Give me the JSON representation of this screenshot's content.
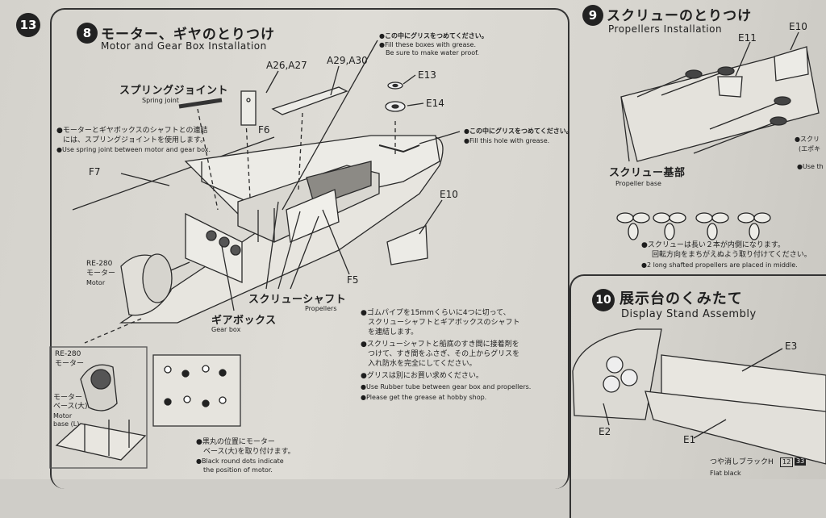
{
  "page_number": "13",
  "step8": {
    "number": "8",
    "title_jp": "モーター、ギヤのとりつけ",
    "title_en": "Motor and Gear Box Installation",
    "grease_note_jp": "●この中にグリスをつめてください。",
    "grease_note_en1": "●Fill these boxes with grease.",
    "grease_note_en2": "Be sure to make water proof.",
    "hole_note_jp": "●この中にグリスをつめてください。",
    "hole_note_en": "●Fill this hole with grease.",
    "spring_label_jp": "スプリングジョイント",
    "spring_label_en": "Spring joint",
    "spring_note_jp1": "●モーターとギヤボックスのシャフトとの連結",
    "spring_note_jp2": "には、スプリングジョイントを使用します。",
    "spring_note_en": "●Use spring joint between motor and gear box.",
    "parts": {
      "a26": "A26,A27",
      "a29": "A29,A30",
      "e13": "E13",
      "e14": "E14",
      "f6": "F6",
      "f7": "F7",
      "e10": "E10",
      "f5": "F5"
    },
    "motor_label": "RE-280",
    "motor_jp": "モーター",
    "motor_en": "Motor",
    "shaft_jp": "スクリューシャフト",
    "shaft_en": "Propellers",
    "gearbox_jp": "ギアボックス",
    "gearbox_en": "Gear box",
    "tube_note_jp1": "●ゴムパイプを15mmくらいに4つに切って、",
    "tube_note_jp2": "スクリューシャフトとギアボックスのシャフト",
    "tube_note_jp3": "を連結します。",
    "gap_note_jp1": "●スクリューシャフトと船底のすき間に接着剤を",
    "gap_note_jp2": "つけて、すき間をふさぎ、その上からグリスを",
    "gap_note_jp3": "入れ防水を完全にしてください。",
    "buy_note_jp": "●グリスは別にお買い求めください。",
    "tube_note_en": "●Use Rubber tube between gear box and propellers.",
    "buy_note_en": "●Please get the grease at hobby shop.",
    "inset_motor_label": "RE-280",
    "inset_motor_jp": "モーター",
    "base_jp": "モーター",
    "base_jp2": "ベース(大)",
    "base_en": "Motor",
    "base_en2": "base (L)",
    "dots_note_jp1": "●黒丸の位置にモーター",
    "dots_note_jp2": "ベース(大)を取り付けます。",
    "dots_note_en1": "●Black round dots indicate",
    "dots_note_en2": "the position of motor."
  },
  "step9": {
    "number": "9",
    "title_jp": "スクリューのとりつけ",
    "title_en": "Propellers Installation",
    "e11": "E11",
    "e10": "E10",
    "base_jp": "スクリュー基部",
    "base_en": "Propeller base",
    "note_jp1": "●スクリューは長い２本が内側になります。",
    "note_jp2": "回転方向をまちがえぬよう取り付けてください。",
    "note_en": "●2 long shafted propellers are placed in middle.",
    "side_jp": "●スクリ",
    "side_jp2": "(エポキ",
    "side_en": "●Use th"
  },
  "step10": {
    "number": "10",
    "title_jp": "展示台のくみたて",
    "title_en": "Display Stand Assembly",
    "e3": "E3",
    "e2": "E2",
    "e1": "E1",
    "paint_jp": "つや消しブラックH",
    "paint_code1": "12",
    "paint_code2": "33",
    "paint_en": "Flat black"
  }
}
